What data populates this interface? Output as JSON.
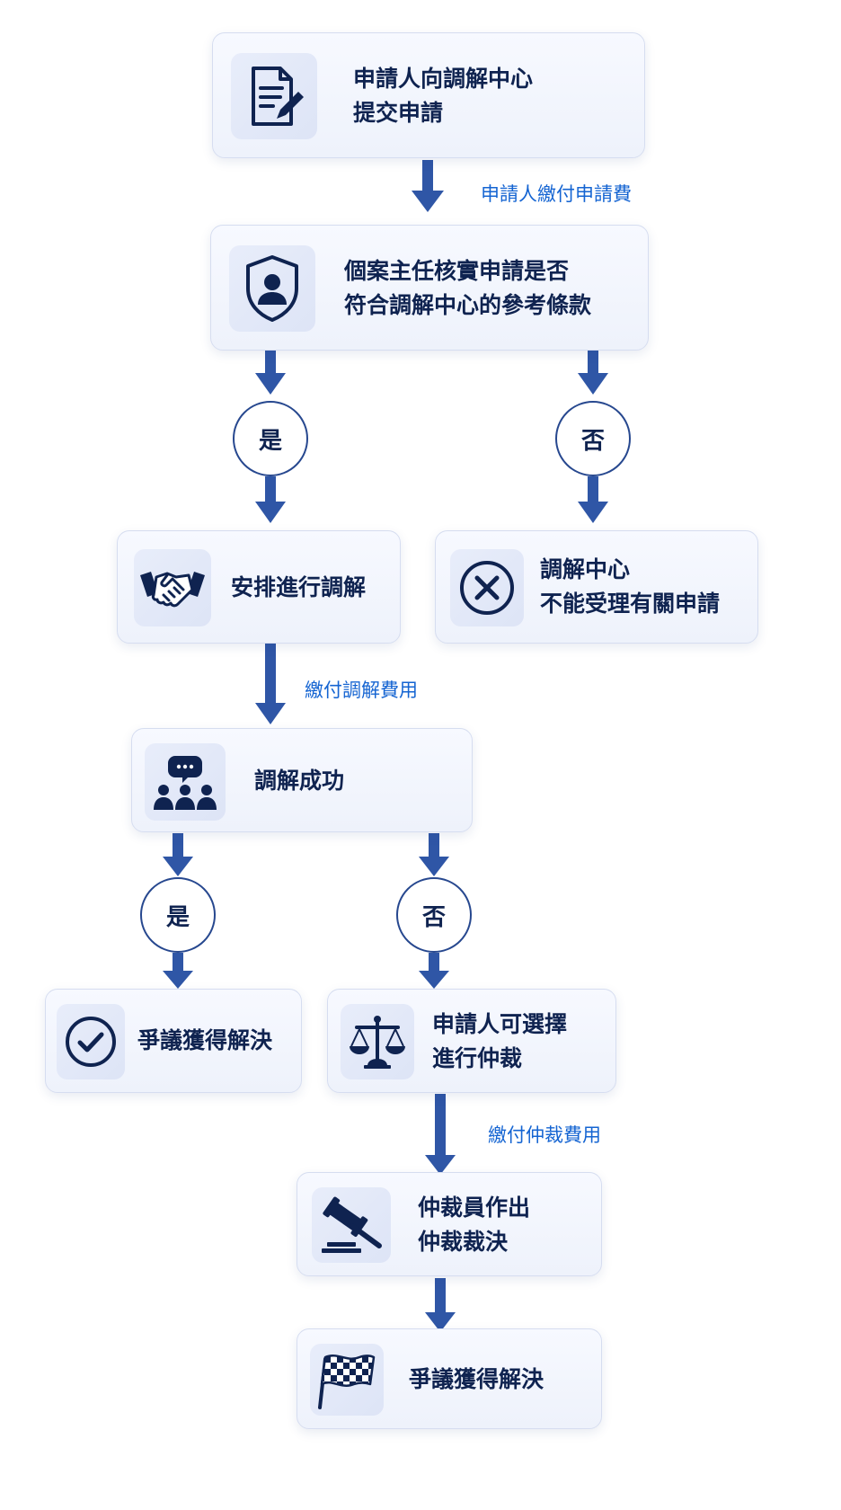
{
  "nodes": {
    "submit": {
      "line1": "申請人向調解中心",
      "line2": "提交申請",
      "icon": "document-edit-icon"
    },
    "verify": {
      "line1": "個案主任核實申請是否",
      "line2": "符合調解中心的參考條款",
      "icon": "shield-person-icon"
    },
    "arrange": {
      "line1": "安排進行調解",
      "icon": "handshake-icon"
    },
    "reject": {
      "line1": "調解中心",
      "line2": "不能受理有關申請",
      "icon": "x-circle-icon"
    },
    "mediation_success": {
      "line1": "調解成功",
      "icon": "group-chat-icon"
    },
    "resolved_a": {
      "line1": "爭議獲得解決",
      "icon": "check-circle-icon"
    },
    "arbitration_option": {
      "line1": "申請人可選擇",
      "line2": "進行仲裁",
      "icon": "scales-icon"
    },
    "award": {
      "line1": "仲裁員作出",
      "line2": "仲裁裁決",
      "icon": "gavel-icon"
    },
    "resolved_b": {
      "line1": "爭議獲得解決",
      "icon": "checkered-flag-icon"
    }
  },
  "decisions": {
    "verify_yes": "是",
    "verify_no": "否",
    "success_yes": "是",
    "success_no": "否"
  },
  "edge_labels": {
    "application_fee": "申請人繳付申請費",
    "mediation_fee": "繳付調解費用",
    "arbitration_fee": "繳付仲裁費用"
  },
  "colors": {
    "arrow": "#2f56a6",
    "text": "#0f2350",
    "edge_label": "#1464d2",
    "node_border": "#d6ddf0",
    "icon": "#0f2350"
  }
}
